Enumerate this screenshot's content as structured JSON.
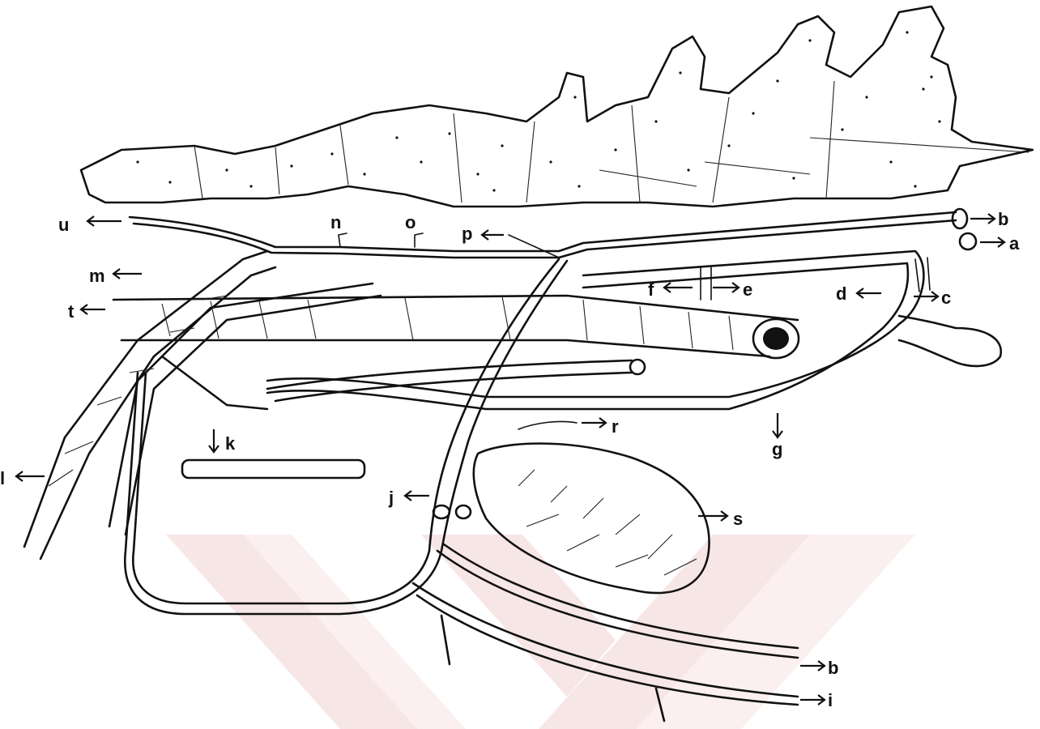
{
  "labels": {
    "a": "a",
    "b_top": "b",
    "c": "c",
    "d": "d",
    "e": "e",
    "f": "f",
    "g": "g",
    "j": "j",
    "k": "k",
    "l": "l",
    "m": "m",
    "n": "n",
    "o": "o",
    "p": "p",
    "r": "r",
    "s": "s",
    "t": "t",
    "u": "u",
    "b_bottom": "b",
    "i": "i"
  },
  "colors": {
    "ink": "#111111",
    "watermark": "#f7e4e4"
  },
  "icons": {
    "arrow": "arrow-icon",
    "watermark": "chevron-watermark-icon"
  }
}
